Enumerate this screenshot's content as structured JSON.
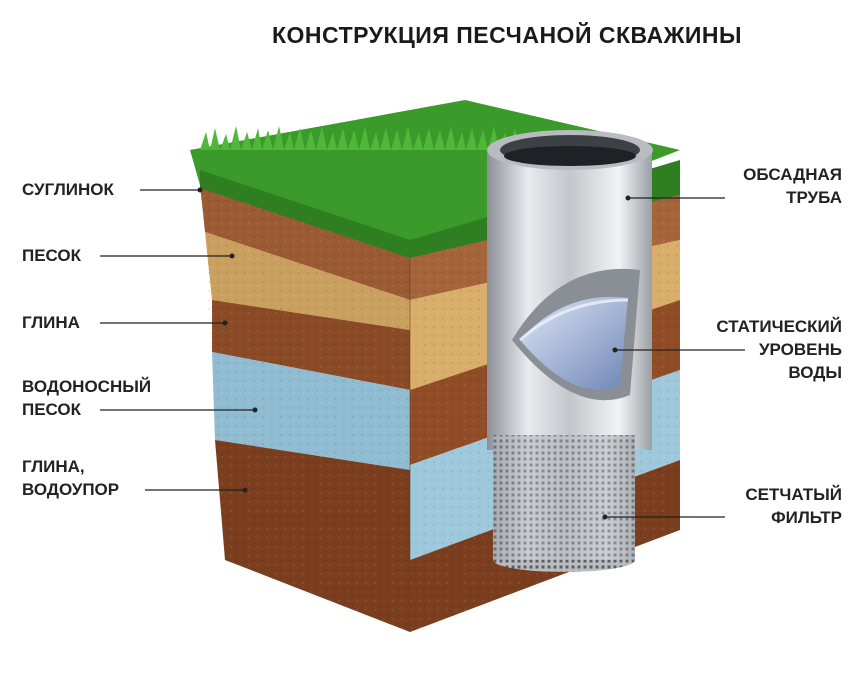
{
  "title": "КОНСТРУКЦИЯ ПЕСЧАНОЙ СКВАЖИНЫ",
  "left_labels": [
    {
      "lines": [
        "СУГЛИНОК"
      ]
    },
    {
      "lines": [
        "ПЕСОК"
      ]
    },
    {
      "lines": [
        "ГЛИНА"
      ]
    },
    {
      "lines": [
        "ВОДОНОСНЫЙ",
        "ПЕСОК"
      ]
    },
    {
      "lines": [
        "ГЛИНА,",
        "ВОДОУПОР"
      ]
    }
  ],
  "right_labels": [
    {
      "lines": [
        "ОБСАДНАЯ",
        "ТРУБА"
      ]
    },
    {
      "lines": [
        "СТАТИЧЕСКИЙ",
        "УРОВЕНЬ",
        "ВОДЫ"
      ]
    },
    {
      "lines": [
        "СЕТЧАТЫЙ",
        "ФИЛЬТР"
      ]
    }
  ],
  "colors": {
    "grass": "#3a9a2a",
    "loam": "#a5643a",
    "sand": "#d9ad6a",
    "clay": "#8a4a26",
    "aquifer_sand": "#9ec9dc",
    "aquiclude_clay": "#7a3e1f",
    "pipe": "#c9ccd0",
    "water": "#9fb3d8"
  }
}
